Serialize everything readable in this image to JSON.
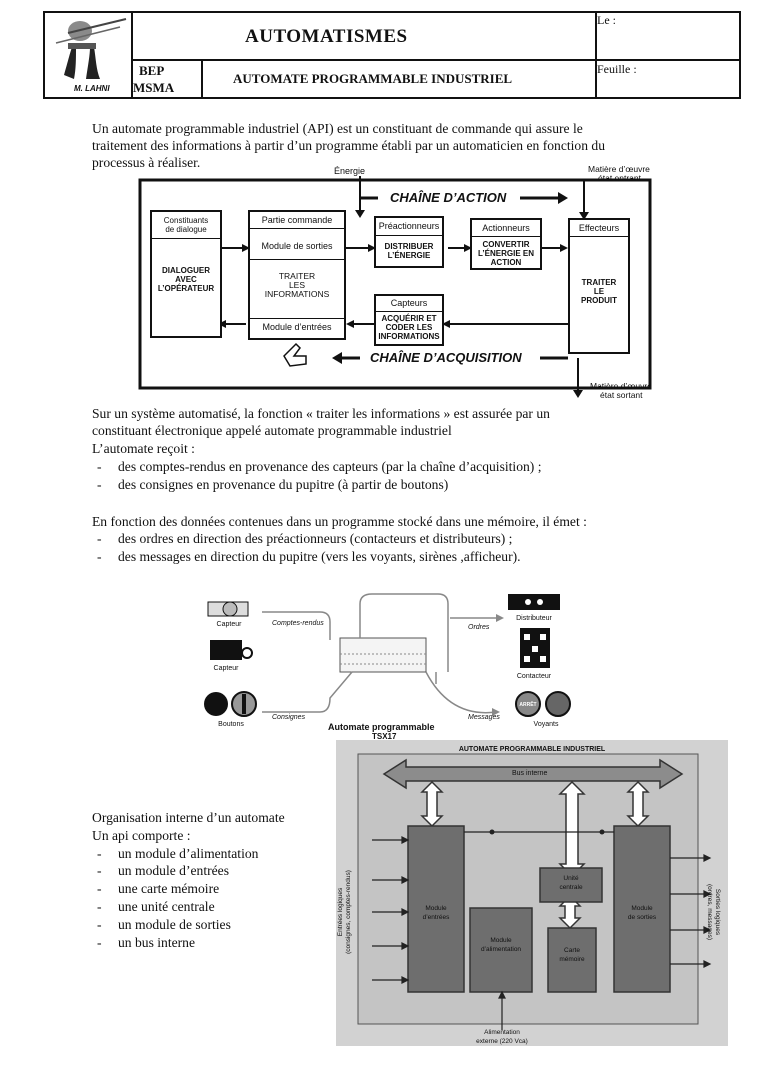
{
  "header": {
    "title": "AUTOMATISMES",
    "subtitle": "AUTOMATE PROGRAMMABLE INDUSTRIEL",
    "class_line1": "BEP",
    "class_line2": "MSMA",
    "date_label": "Le :",
    "sheet_label": "Feuille :",
    "logo_text": "M. LAHNI"
  },
  "intro": [
    "Un automate programmable industriel (API) est un constituant de commande qui assure le",
    "traitement des informations à partir d’un programme établi par un automaticien en fonction du",
    "processus à réaliser."
  ],
  "diagram1": {
    "energie": "Énergie",
    "matiere_in": [
      "Matière d’œuvre",
      "état entrant"
    ],
    "matiere_out": [
      "Matière d’œuvre",
      "état sortant"
    ],
    "chaine_action": "CHAÎNE D’ACTION",
    "chaine_acquisition": "CHAÎNE D’ACQUISITION",
    "constituants": [
      "Constituants",
      "de dialogue"
    ],
    "dialoguer": [
      "DIALOGUER",
      "AVEC",
      "L’OPÉRATEUR"
    ],
    "partie_commande": "Partie commande",
    "module_sorties": "Module de sorties",
    "traiter_info": [
      "TRAITER",
      "LES",
      "INFORMATIONS"
    ],
    "module_entrees": "Module d’entrées",
    "preactionneurs": "Préactionneurs",
    "distribuer": [
      "DISTRIBUER",
      "L’ÉNERGIE"
    ],
    "actionneurs": "Actionneurs",
    "convertir": [
      "CONVERTIR",
      "L’ÉNERGIE EN",
      "ACTION"
    ],
    "effecteurs": "Effecteurs",
    "traiter_produit": [
      "TRAITER",
      "LE",
      "PRODUIT"
    ],
    "capteurs": "Capteurs",
    "acquerir": [
      "ACQUÉRIR ET",
      "CODER LES",
      "INFORMATIONS"
    ]
  },
  "para2": [
    "Sur un système automatisé, la fonction « traiter les informations » est assurée par un",
    "constituant électronique appelé   automate programmable industriel",
    "L’automate reçoit :"
  ],
  "recoit_items": [
    "des comptes-rendus en provenance des capteurs (par la chaîne d’acquisition) ;",
    "des consignes en provenance du pupitre (à partir de boutons)"
  ],
  "para3": " En fonction des données contenues dans un programme stocké dans une mémoire, il émet :",
  "emet_items": [
    "des ordres en direction des préactionneurs (contacteurs et distributeurs) ;",
    "des messages en direction du pupitre (vers les voyants, sirènes ,afficheur)."
  ],
  "diagram2": {
    "capteur1": "Capteur",
    "capteur2": "Capteur",
    "boutons": "Boutons",
    "comptes_rendus": "Comptes-rendus",
    "consignes": "Consignes",
    "ordres": "Ordres",
    "messages": "Messages",
    "distributeur": "Distributeur",
    "contacteur": "Contacteur",
    "voyants": "Voyants",
    "arret": "ARRÊT",
    "automate_line1": "Automate programmable",
    "automate_line2": "TSX17"
  },
  "organisation": {
    "title": "Organisation interne d’un automate",
    "intro": "Un api comporte :",
    "items": [
      "un module d’alimentation",
      "un module d’entrées",
      "une carte mémoire",
      "une unité centrale",
      "un module de sorties",
      "un bus interne"
    ]
  },
  "diagram3": {
    "title": "AUTOMATE PROGRAMMABLE INDUSTRIEL",
    "bus": "Bus interne",
    "module_entrees": [
      "Module",
      "d’entrées"
    ],
    "module_alim": [
      "Module",
      "d’alimentation"
    ],
    "unite_centrale": [
      "Unité",
      "centrale"
    ],
    "carte_memoire": [
      "Carte",
      "mémoire"
    ],
    "module_sorties": [
      "Module",
      "de sorties"
    ],
    "entrees_logiques": "Entrées logiques",
    "entrees_logiques2": "(consignes, comptes-rendus)",
    "sorties_logiques": "Sorties logiques",
    "sorties_logiques2": "(ordres, messages)",
    "alimentation": [
      "Alimentation",
      "externe (220 Vca)"
    ]
  }
}
